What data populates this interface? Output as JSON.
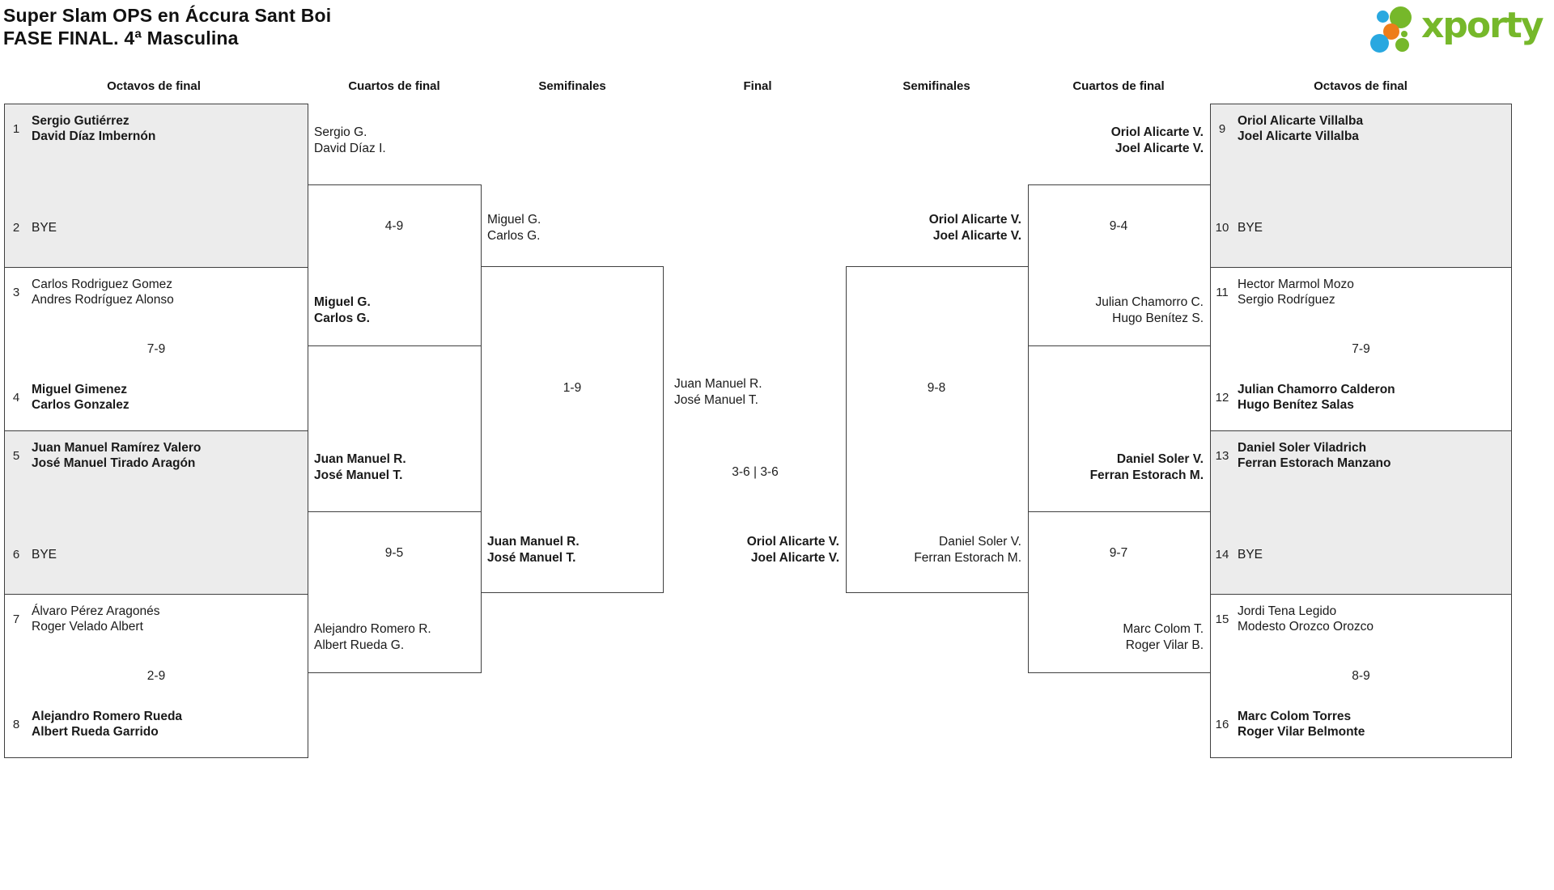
{
  "header": {
    "title_line1": "Super Slam OPS en Áccura Sant Boi",
    "title_line2": "FASE FINAL. 4ª Masculina",
    "brand": "xporty"
  },
  "colors": {
    "logo_green": "#76b82a",
    "logo_blue": "#29a8e0",
    "logo_orange": "#ee7d1a",
    "shaded_match_fill": "#ececec",
    "border": "#3f3f3f",
    "text": "#1a1a1a"
  },
  "round_headers": {
    "left_r16": "Octavos de final",
    "left_qf": "Cuartos de final",
    "left_sf": "Semifinales",
    "final": "Final",
    "right_sf": "Semifinales",
    "right_qf": "Cuartos de final",
    "right_r16": "Octavos de final"
  },
  "r16": {
    "m1": {
      "seed_a": "1",
      "a1": "Sergio Gutiérrez",
      "a2": "David Díaz Imbernón",
      "seed_b": "2",
      "b1": "BYE"
    },
    "m2": {
      "seed_a": "3",
      "a1": "Carlos Rodriguez Gomez",
      "a2": "Andres Rodríguez Alonso",
      "score": "7-9",
      "seed_b": "4",
      "b1": "Miguel Gimenez",
      "b2": "Carlos Gonzalez"
    },
    "m3": {
      "seed_a": "5",
      "a1": "Juan Manuel Ramírez Valero",
      "a2": "José Manuel Tirado Aragón",
      "seed_b": "6",
      "b1": "BYE"
    },
    "m4": {
      "seed_a": "7",
      "a1": "Álvaro Pérez Aragonés",
      "a2": "Roger Velado Albert",
      "score": "2-9",
      "seed_b": "8",
      "b1": "Alejandro Romero Rueda",
      "b2": "Albert Rueda Garrido"
    },
    "m5": {
      "seed_a": "9",
      "a1": "Oriol Alicarte Villalba",
      "a2": "Joel Alicarte Villalba",
      "seed_b": "10",
      "b1": "BYE"
    },
    "m6": {
      "seed_a": "11",
      "a1": "Hector Marmol Mozo",
      "a2": "Sergio Rodríguez",
      "score": "7-9",
      "seed_b": "12",
      "b1": "Julian Chamorro Calderon",
      "b2": "Hugo Benítez Salas"
    },
    "m7": {
      "seed_a": "13",
      "a1": "Daniel Soler Viladrich",
      "a2": "Ferran Estorach Manzano",
      "seed_b": "14",
      "b1": "BYE"
    },
    "m8": {
      "seed_a": "15",
      "a1": "Jordi Tena Legido",
      "a2": "Modesto Orozco Orozco",
      "score": "8-9",
      "seed_b": "16",
      "b1": "Marc Colom Torres",
      "b2": "Roger Vilar Belmonte"
    }
  },
  "qf": {
    "left_top": {
      "a1": "Sergio G.",
      "a2": "David Díaz I.",
      "score": "4-9",
      "b1": "Miguel G.",
      "b2": "Carlos G."
    },
    "left_bottom": {
      "a1": "Juan Manuel R.",
      "a2": "José Manuel T.",
      "score": "9-5",
      "b1": "Alejandro Romero R.",
      "b2": "Albert Rueda G."
    },
    "right_top": {
      "a1": "Oriol Alicarte V.",
      "a2": "Joel Alicarte V.",
      "score": "9-4",
      "b1": "Julian Chamorro C.",
      "b2": "Hugo Benítez S."
    },
    "right_bottom": {
      "a1": "Daniel Soler V.",
      "a2": "Ferran Estorach M.",
      "score": "9-7",
      "b1": "Marc Colom T.",
      "b2": "Roger Vilar B."
    }
  },
  "sf": {
    "left": {
      "a1": "Miguel G.",
      "a2": "Carlos G.",
      "score": "1-9",
      "b1": "Juan Manuel R.",
      "b2": "José Manuel T."
    },
    "right": {
      "a1": "Oriol Alicarte V.",
      "a2": "Joel Alicarte V.",
      "score": "9-8",
      "b1": "Daniel Soler V.",
      "b2": "Ferran Estorach M."
    }
  },
  "final": {
    "finalist_a1": "Juan Manuel R.",
    "finalist_a2": "José Manuel T.",
    "score": "3-6 | 3-6",
    "champion1": "Oriol Alicarte V.",
    "champion2": "Joel Alicarte V."
  }
}
